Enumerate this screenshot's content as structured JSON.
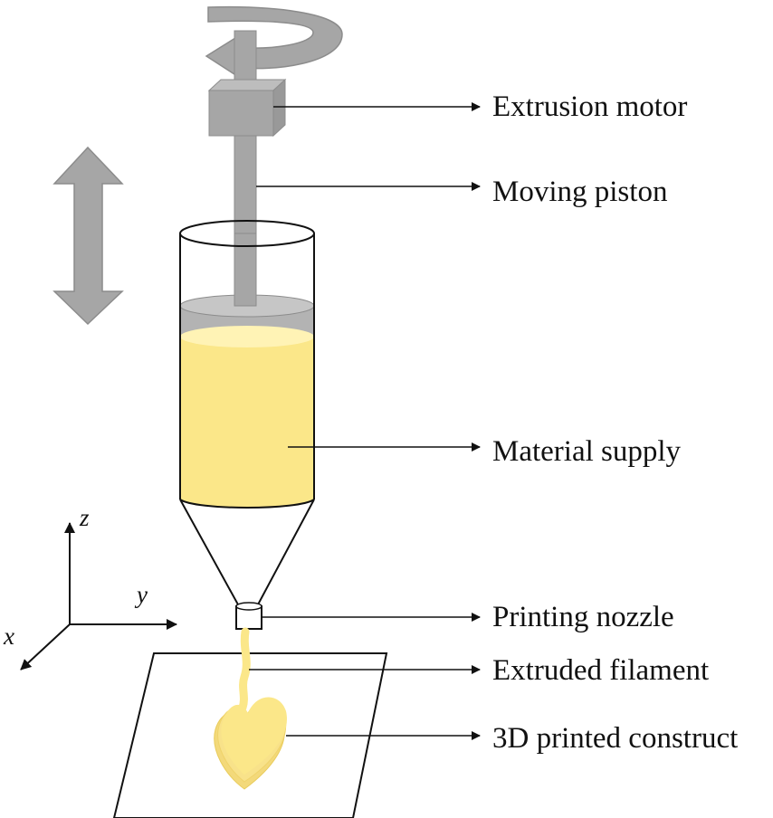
{
  "labels": {
    "extrusion_motor": "Extrusion motor",
    "moving_piston": "Moving piston",
    "material_supply": "Material supply",
    "printing_nozzle": "Printing nozzle",
    "extruded_filament": "Extruded filament",
    "printed_construct": "3D printed construct"
  },
  "axes": {
    "x": "x",
    "y": "y",
    "z": "z"
  },
  "colors": {
    "gray_part": "#a6a6a6",
    "gray_dark": "#8c8c8c",
    "material": "#fbe789",
    "material_light": "#fff3b5",
    "outline": "#111111"
  }
}
